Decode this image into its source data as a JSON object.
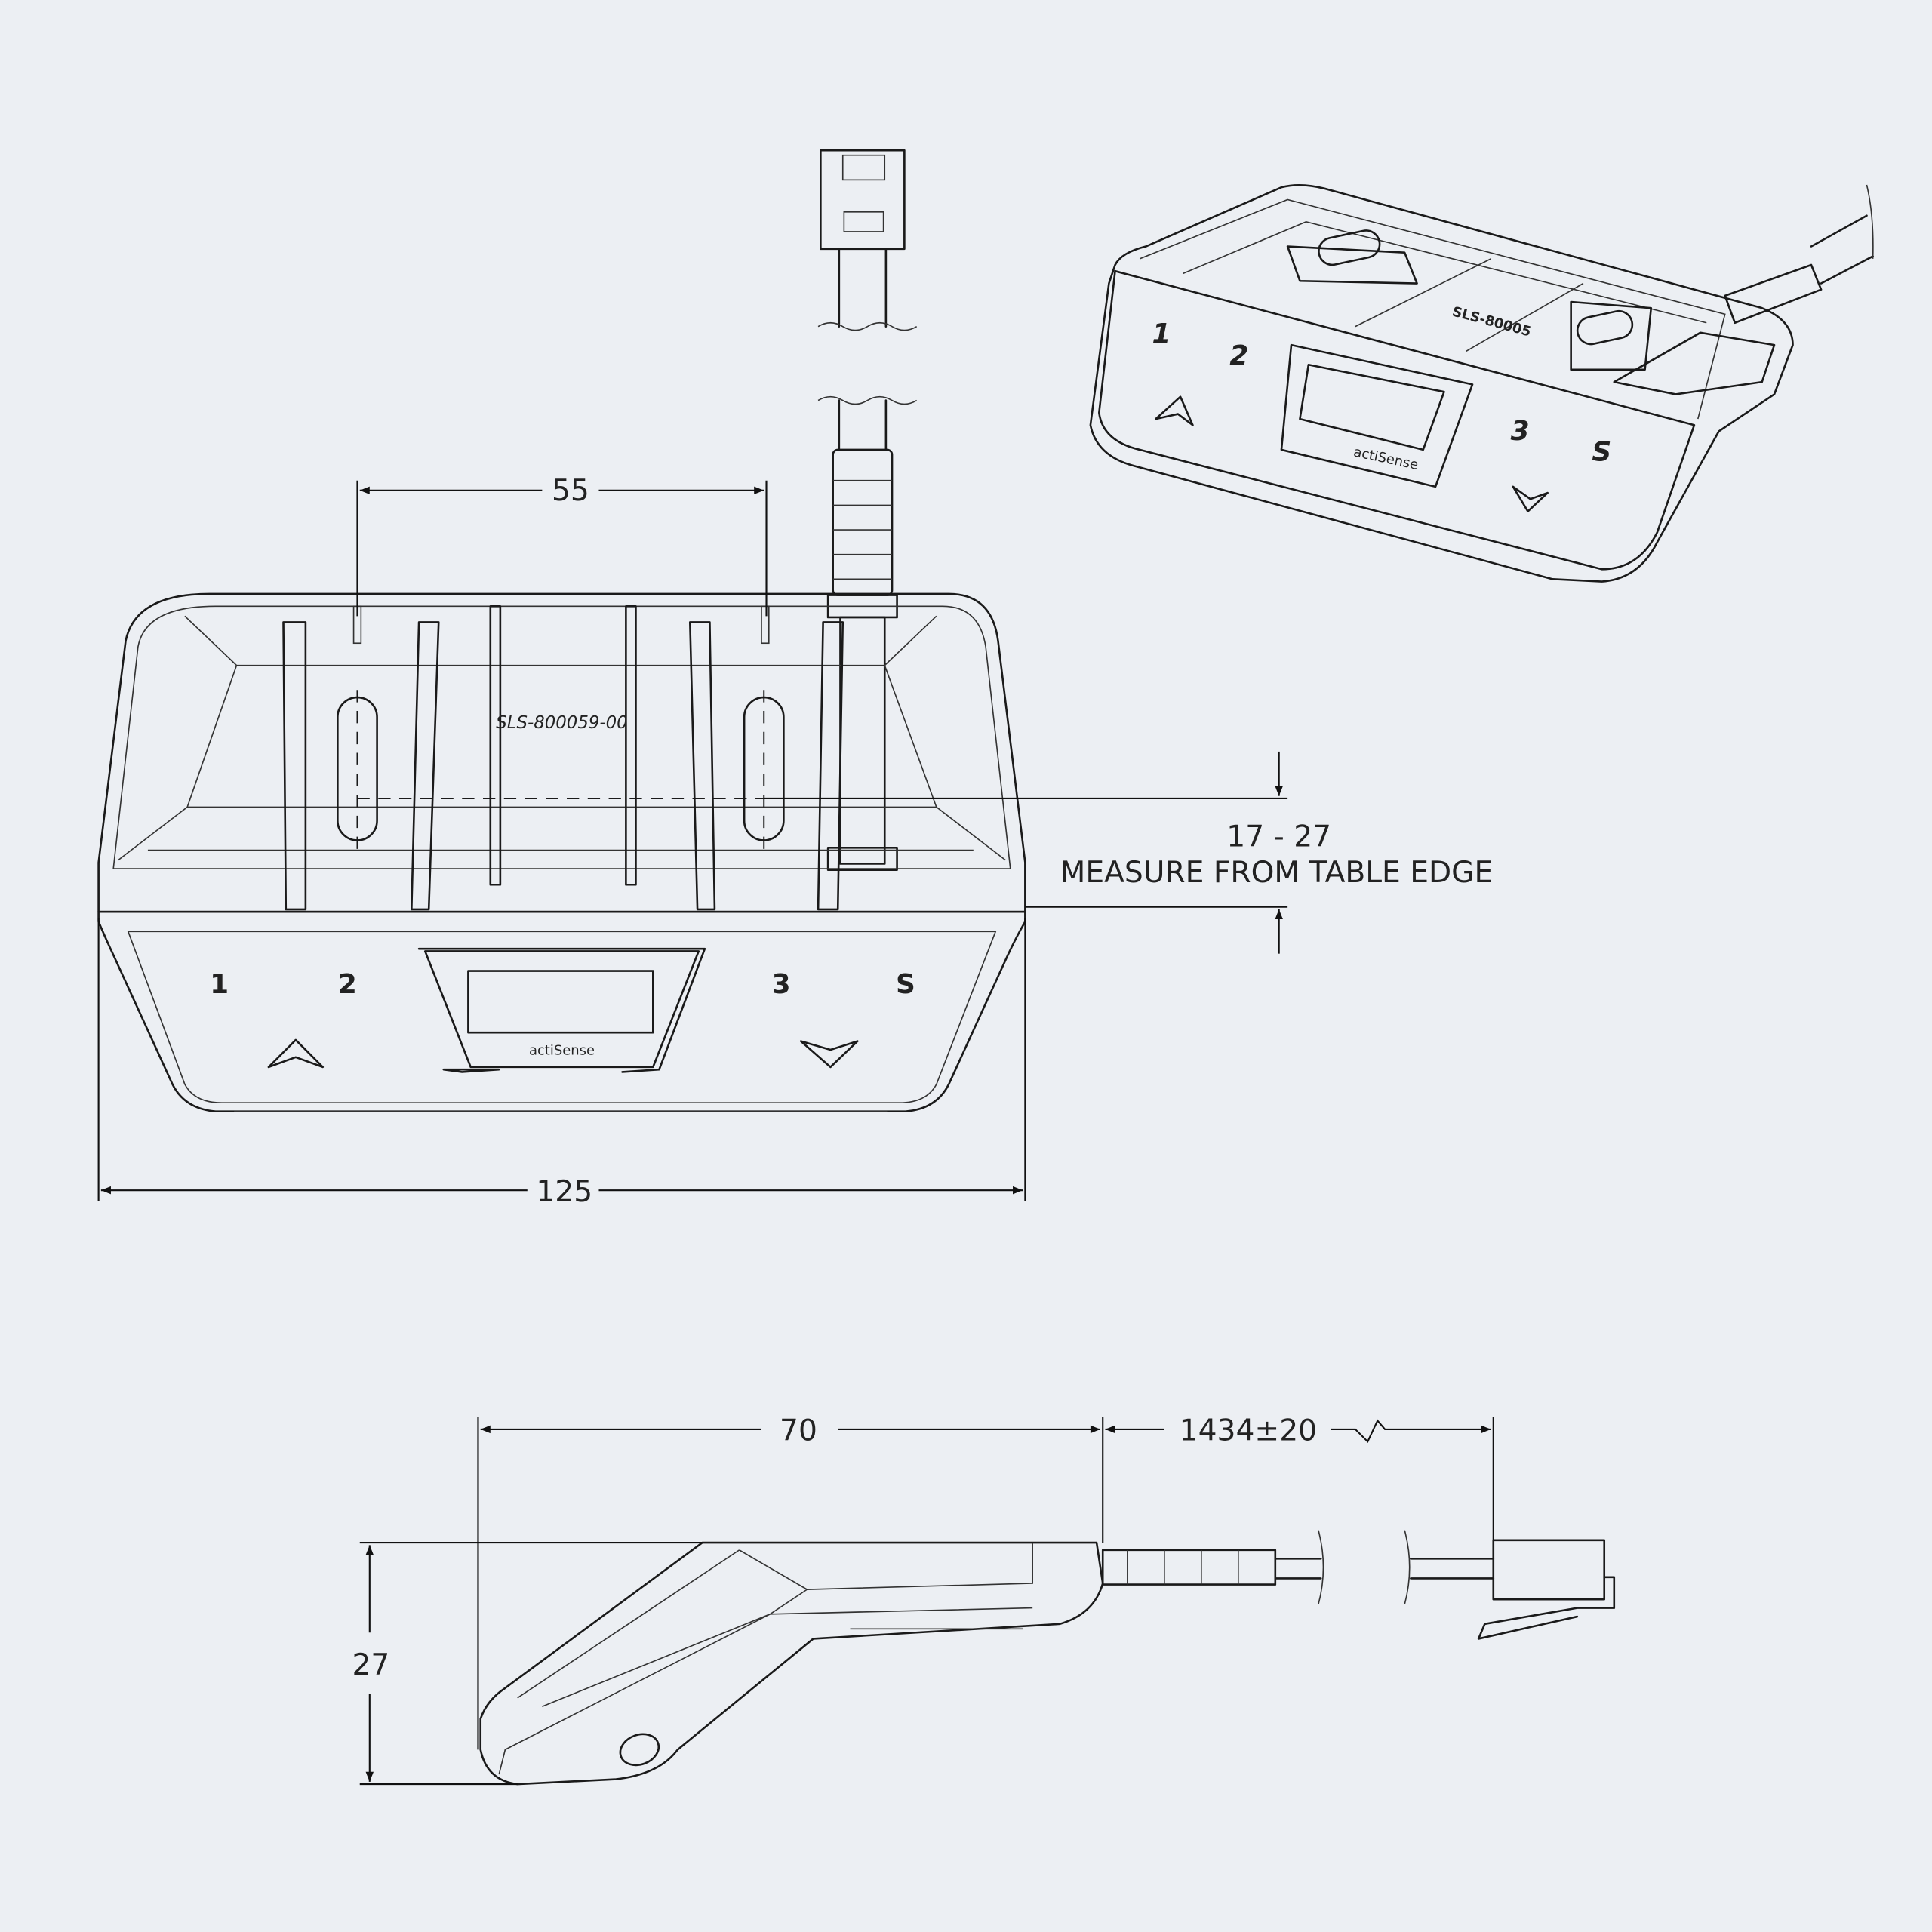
{
  "drawing": {
    "front_view": {
      "part_number": "SLS-800059-00",
      "keys": [
        "1",
        "2",
        "3",
        "S"
      ],
      "brand": "actiSense",
      "dim_slot_spacing": "55",
      "dim_width": "125",
      "dim_offset": "17 - 27",
      "dim_offset_note": "MEASURE FROM TABLE EDGE"
    },
    "side_view": {
      "dim_length": "70",
      "dim_cable_length": "1434±20",
      "dim_height": "27"
    },
    "iso_view": {
      "keys": [
        "1",
        "2",
        "3",
        "S"
      ],
      "brand": "actiSense",
      "part_number_partial": "SLS-80005"
    }
  }
}
